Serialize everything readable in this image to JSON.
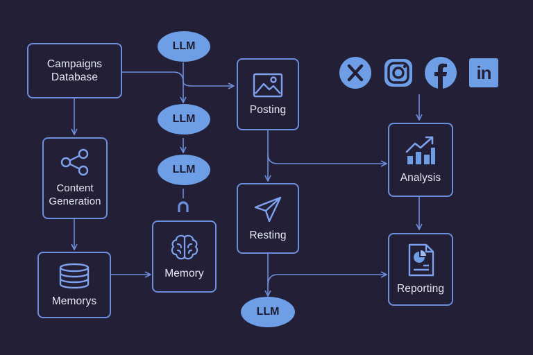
{
  "diagram": {
    "nodes": {
      "campaigns_db": "Campaigns Database",
      "content_generation": "Content Generation",
      "memorys": "Memorys",
      "memory": "Memory",
      "posting": "Posting",
      "resting": "Resting",
      "analysis": "Analysis",
      "reporting": "Reporting"
    },
    "llm_nodes": [
      "LLM",
      "LLM",
      "LLM",
      "LLM"
    ],
    "social": [
      {
        "name": "X",
        "icon": "x-logo-icon"
      },
      {
        "name": "Instagram",
        "icon": "instagram-icon"
      },
      {
        "name": "Facebook",
        "icon": "facebook-icon"
      },
      {
        "name": "LinkedIn",
        "icon": "linkedin-icon",
        "text": "in"
      }
    ],
    "colors": {
      "background": "#221f36",
      "accent": "#6e9ee6",
      "stroke": "#6d8fde",
      "text": "#e6e9f5"
    }
  }
}
